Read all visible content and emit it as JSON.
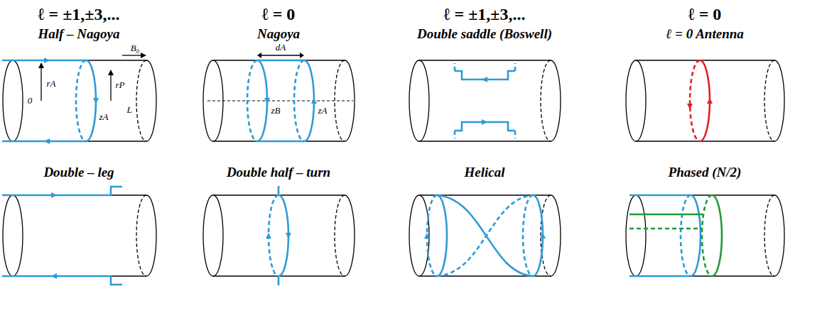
{
  "diagram": {
    "labels": [
      "ℓ = ±1,±3,...",
      "ℓ = 0",
      "ℓ = ±1,±3,...",
      "ℓ = 0",
      "Half – Nagoya",
      "Nagoya",
      "Double saddle (Boswell)",
      "ℓ = 0 Antenna",
      "B₀",
      "rA",
      "zA",
      "rP",
      "0",
      "L",
      "dA",
      "zB",
      "zA",
      "Double – leg",
      "Double half – turn",
      "Helical",
      "Phased (N/2)"
    ]
  }
}
